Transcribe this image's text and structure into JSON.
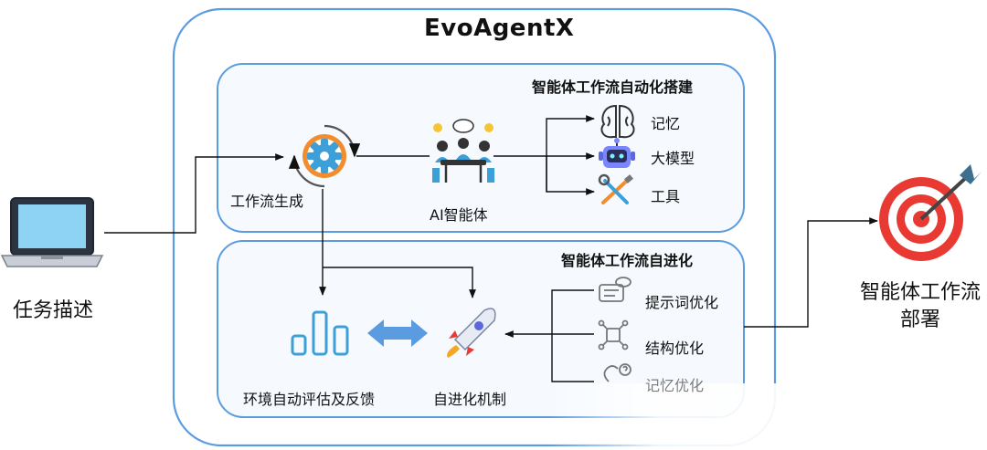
{
  "title": "EvoAgentX",
  "task_label": "任务描述",
  "deploy_label_line1": "智能体工作流",
  "deploy_label_line2": "部署",
  "build": {
    "title": "智能体工作流自动化搭建",
    "workflow_gen_label": "工作流生成",
    "agent_label": "AI智能体",
    "components": [
      "记忆",
      "大模型",
      "工具"
    ]
  },
  "evolve": {
    "title": "智能体工作流自进化",
    "env_label": "环境自动评估及反馈",
    "mech_label": "自进化机制",
    "optimizations": [
      "提示词优化",
      "结构优化",
      "记忆优化"
    ]
  },
  "colors": {
    "outer_border": "#5b9be0",
    "box_fill": "#f6faff",
    "accent_blue": "#3d9fd8",
    "gear_orange": "#f28c2c",
    "target_red": "#e83a33"
  }
}
